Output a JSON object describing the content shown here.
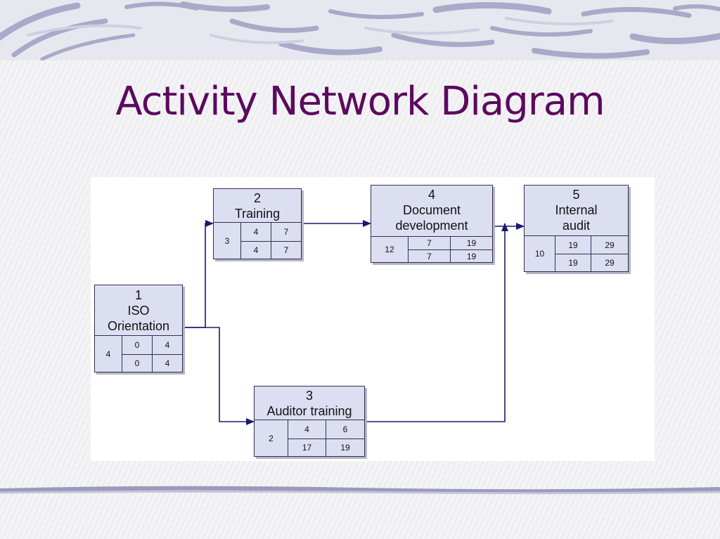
{
  "slide": {
    "title": "Activity Network Diagram",
    "colors": {
      "title": "#5b0a5e",
      "node_fill": "#dcdff2",
      "arrow": "#1a1a6e"
    }
  },
  "nodes": [
    {
      "id": "1",
      "name_lines": [
        "1",
        "ISO",
        "Orientation"
      ],
      "duration": "4",
      "es": "0",
      "ef": "4",
      "ls": "0",
      "lf": "4"
    },
    {
      "id": "2",
      "name_lines": [
        "2",
        "Training"
      ],
      "duration": "3",
      "es": "4",
      "ef": "7",
      "ls": "4",
      "lf": "7"
    },
    {
      "id": "3",
      "name_lines": [
        "3",
        "Auditor training"
      ],
      "duration": "2",
      "es": "4",
      "ef": "6",
      "ls": "17",
      "lf": "19"
    },
    {
      "id": "4",
      "name_lines": [
        "4",
        "Document",
        "development"
      ],
      "duration": "12",
      "es": "7",
      "ef": "19",
      "ls": "7",
      "lf": "19"
    },
    {
      "id": "5",
      "name_lines": [
        "5",
        "Internal",
        "audit"
      ],
      "duration": "10",
      "es": "19",
      "ef": "29",
      "ls": "19",
      "lf": "29"
    }
  ],
  "edges": [
    {
      "from": "1",
      "to": "2"
    },
    {
      "from": "1",
      "to": "3"
    },
    {
      "from": "2",
      "to": "4"
    },
    {
      "from": "3",
      "to": "5"
    },
    {
      "from": "4",
      "to": "5"
    }
  ]
}
